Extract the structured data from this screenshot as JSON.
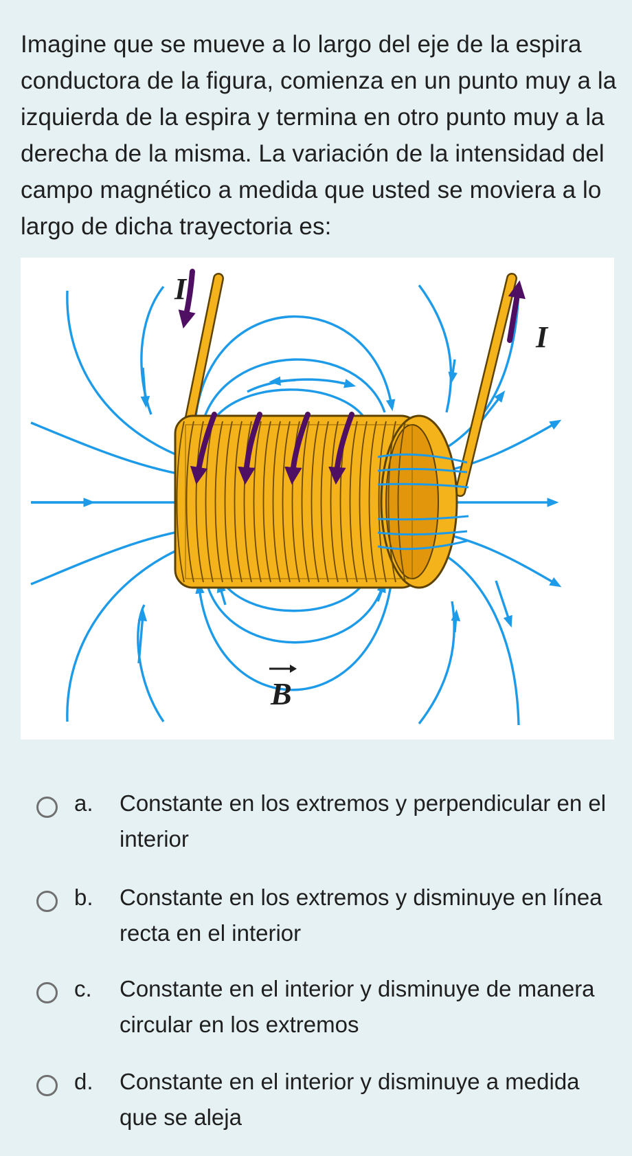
{
  "question": {
    "text": "Imagine que se mueve a lo largo del eje de la espira conductora de la figura, comienza en un punto muy a la izquierda de la espira y termina en otro punto muy a la derecha de la misma. La variación de la intensidad del campo magnético a medida que usted se moviera a lo largo de dicha trayectoria es:"
  },
  "figure": {
    "current_label_left": "I",
    "current_label_right": "I",
    "field_label": "B",
    "field_line_color": "#1e9be8",
    "coil_color": "#f5b31b",
    "coil_edge_color": "#5e4300",
    "arrow_color": "#4f0f63"
  },
  "options": [
    {
      "letter": "a.",
      "text": "Constante en los extremos y perpendicular en el interior"
    },
    {
      "letter": "b.",
      "text": "Constante en los extremos y disminuye en línea recta en el interior"
    },
    {
      "letter": "c.",
      "text": "Constante en el interior y disminuye de manera circular en los extremos"
    },
    {
      "letter": "d.",
      "text": "Constante en el interior y disminuye a medida que se aleja"
    }
  ]
}
